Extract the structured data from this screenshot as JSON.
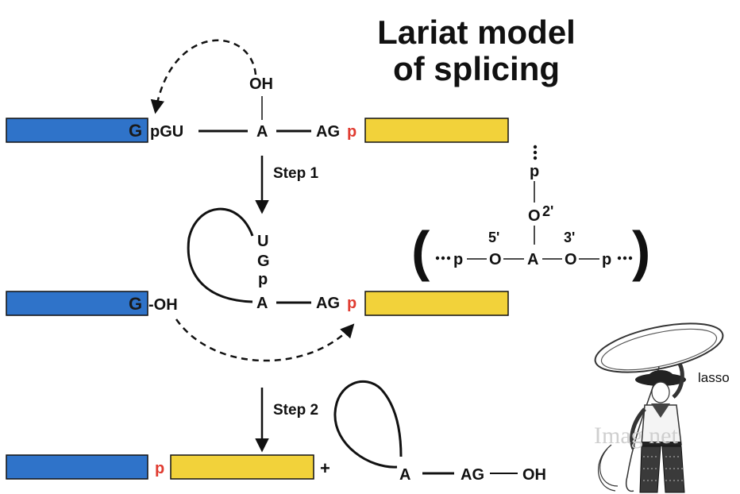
{
  "title": {
    "line1": "Lariat model",
    "line2": "of splicing"
  },
  "colors": {
    "exon1": "#2f73c9",
    "exon2": "#f2d23a",
    "phosphate_red": "#e03c31",
    "ink": "#111111"
  },
  "row1": {
    "g": "G",
    "pgu": "pGU",
    "oh": "OH",
    "a": "A",
    "ag": "AG",
    "p": "p"
  },
  "step1": "Step 1",
  "row2": {
    "g": "G",
    "oh": "-OH",
    "lariat_u": "U",
    "lariat_g": "G",
    "lariat_p": "p",
    "a": "A",
    "ag": "AG",
    "p": "p"
  },
  "step2": "Step 2",
  "row3": {
    "p": "p",
    "plus": "+",
    "a": "A",
    "ag": "AG",
    "oh": "OH"
  },
  "linkage": {
    "top_p": "p",
    "o2": "O",
    "prime2": "2'",
    "prime5": "5'",
    "prime3": "3'",
    "left_p": "p",
    "o5": "O",
    "a": "A",
    "o3": "O",
    "right_p": "p"
  },
  "clipart": {
    "label": "lasso",
    "icon": "cowboy-with-lasso",
    "watermark": "Imag    net"
  }
}
